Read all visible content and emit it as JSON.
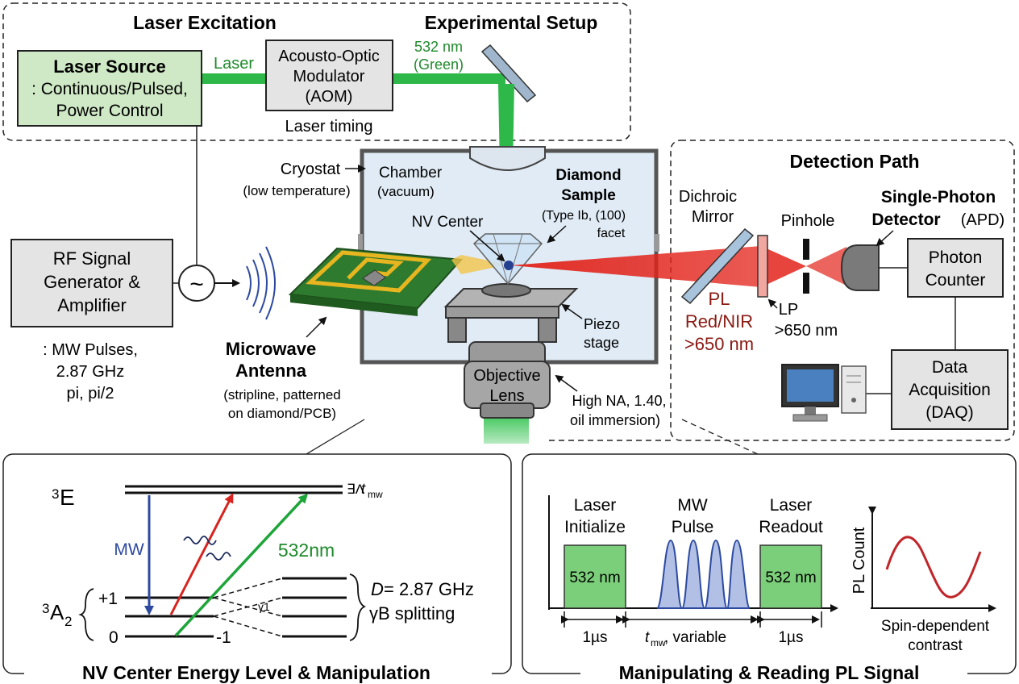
{
  "titles": {
    "laser_excitation": "Laser Excitation",
    "experimental_setup": "Experimental Setup",
    "detection_path": "Detection Path",
    "energy_panel": "NV Center Energy Level & Manipulation",
    "pulse_panel": "Manipulating & Reading PL Signal"
  },
  "laser": {
    "source_title": "Laser Source",
    "source_line1": ": Continuous/Pulsed,",
    "source_line2": "Power Control",
    "beam_label": "Laser",
    "aom_line1": "Acousto-Optic",
    "aom_line2": "Modulator",
    "aom_line3": "(AOM)",
    "aom_caption": "Laser timing",
    "wavelength_line1": "532 nm",
    "wavelength_line2": "(Green)"
  },
  "rf": {
    "line1": "RF Signal",
    "line2": "Generator &",
    "line3": "Amplifier",
    "note1": ": MW Pulses,",
    "note2": "2.87 GHz",
    "note3": "pi, pi/2",
    "source_symbol": "~"
  },
  "antenna": {
    "title1": "Microwave",
    "title2": "Antenna",
    "sub1": "(stripline, patterned",
    "sub2": "on diamond/PCB)"
  },
  "cryostat": {
    "label": "Cryostat",
    "sub": "(low temperature)",
    "chamber": "Chamber",
    "chamber_sub": "(vacuum)",
    "nv_center": "NV Center",
    "diamond1": "Diamond",
    "diamond2": "Sample",
    "diamond_sub1": "(Type Ib, (100)",
    "diamond_sub2": "facet",
    "piezo1": "Piezo",
    "piezo2": "stage"
  },
  "objective": {
    "line1": "Objective",
    "line2": "Lens",
    "note1": "High NA, 1.40,",
    "note2": "oil immersion)"
  },
  "detection": {
    "dichroic1": "Dichroic",
    "dichroic2": "Mirror",
    "pinhole": "Pinhole",
    "pl1": "PL",
    "pl2": "Red/NIR",
    "pl3": ">650 nm",
    "lp1": "LP",
    "lp2": ">650 nm",
    "spd1": "Single-Photon",
    "spd2": "Detector",
    "spd3": "(APD)",
    "counter1": "Photon",
    "counter2": "Counter",
    "daq1": "Data",
    "daq2": "Acquisition",
    "daq3": "(DAQ)"
  },
  "energy": {
    "excited": "3E",
    "excited_sup": "3",
    "excited_main": "E",
    "ground_sup": "3",
    "ground_main": "A",
    "ground_sub": "2",
    "level_p1": "+1",
    "level_0": "0",
    "level_m1": "-1",
    "mw": "MW",
    "laser": "532nm",
    "tmw_prefix": "∃Λ",
    "tmw_t": "t",
    "tmw_sub": "mw",
    "d_label": "D",
    "d_value": " = 2.87 GHz",
    "splitting": "γB splitting",
    "gamma_mark": "γ1"
  },
  "pulse": {
    "laser_init1": "Laser",
    "laser_init2": "Initialize",
    "mw1": "MW",
    "mw2": "Pulse",
    "laser_read1": "Laser",
    "laser_read2": "Readout",
    "box1": "532 nm",
    "box2": "532 nm",
    "dur1": "1µs",
    "dur_t": "t",
    "dur_sub": "mw",
    "dur_rest": ", variable",
    "dur2": "1µs",
    "pl_count": "PL Count",
    "contrast1": "Spin-dependent",
    "contrast2": "contrast"
  },
  "colors": {
    "laser_green": "#2fb84a",
    "box_green": "#7ccf7a",
    "source_green": "#cfe9c6",
    "pl_red": "#d8231f",
    "mw_blue": "#2d4aa0",
    "dark_red_text": "#8a1a12",
    "green_text": "#1e8a2a"
  }
}
